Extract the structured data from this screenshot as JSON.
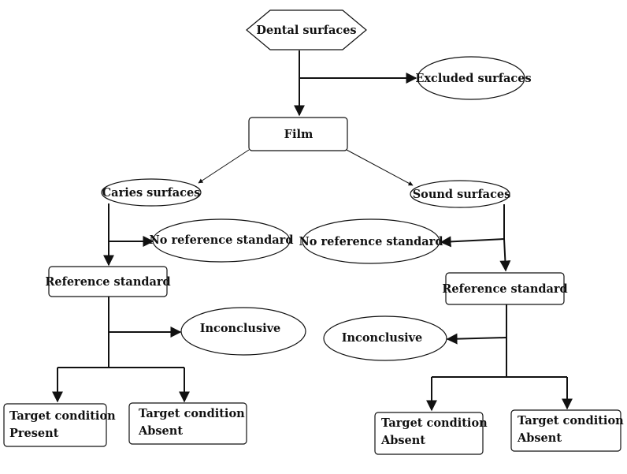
{
  "diagram": {
    "dental_surfaces": "Dental surfaces",
    "excluded_surfaces": "Excluded surfaces",
    "film": "Film",
    "caries_surfaces": "Caries surfaces",
    "sound_surfaces": "Sound surfaces",
    "left": {
      "no_reference_standard": "No reference standard",
      "reference_standard": "Reference standard",
      "inconclusive": "Inconclusive",
      "target_present_line1": "Target condition",
      "target_present_line2": "Present",
      "target_absent_line1": "Target condition",
      "target_absent_line2": "Absent"
    },
    "right": {
      "no_reference_standard": "No reference standard",
      "reference_standard": "Reference standard",
      "inconclusive": "Inconclusive",
      "target_absent_a_line1": "Target condition",
      "target_absent_a_line2": "Absent",
      "target_absent_b_line1": "Target condition",
      "target_absent_b_line2": "Absent"
    }
  }
}
